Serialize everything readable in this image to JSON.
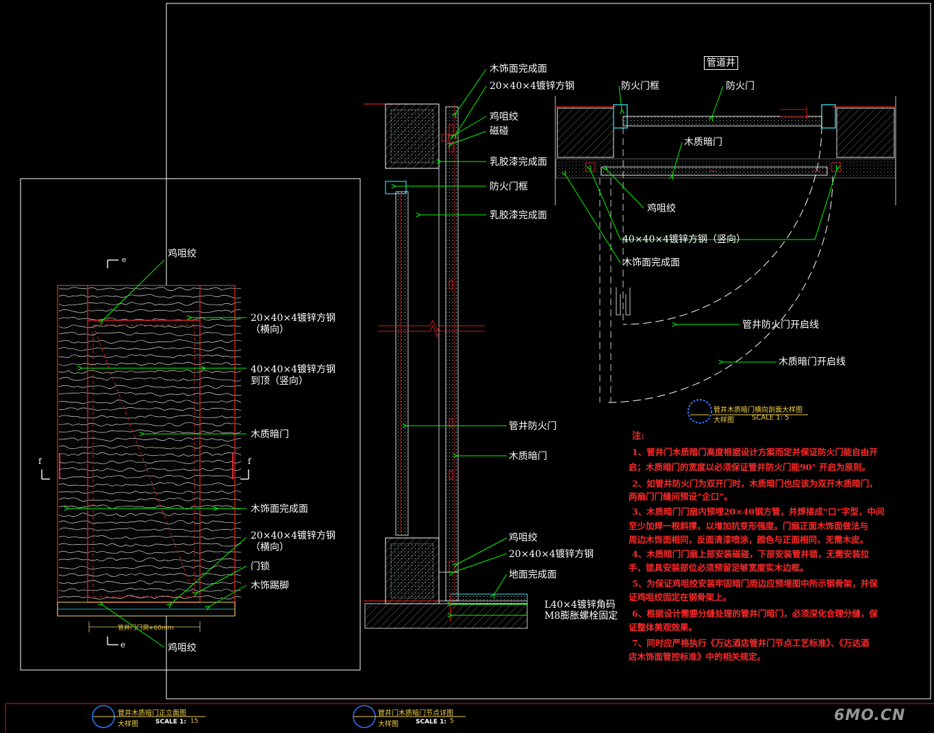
{
  "colors": {
    "background": "#000000",
    "leader": "#00ff00",
    "text": "#ffffff",
    "notes": "#ff2a2a",
    "title_yellow": "#f2d24a",
    "wall_red": "#d11f1f",
    "frame_cyan": "#2fd6e6"
  },
  "elevation": {
    "labels": {
      "l1": "鸡咀绞",
      "l2a": "20×40×4镀锌方钢",
      "l2b": "（横向）",
      "l3a": "40×40×4镀锌方钢",
      "l3b": "到顶（竖向）",
      "l4": "木质暗门",
      "l5": "木饰面完成面",
      "l6a": "20×40×4镀锌方钢",
      "l6b": "（横向）",
      "l7": "门锁",
      "l8": "木饰踢脚",
      "l9": "鸡咀绞"
    },
    "section_marks": {
      "e_top": "e",
      "e_bottom": "e",
      "f_left": "f",
      "f_right": "f"
    },
    "dimension": "管井门门洞+60mm",
    "title": {
      "name": "管井木质暗门正立面图",
      "kind": "大样图",
      "scale_label": "SCALE 1:",
      "scale_value": "15"
    }
  },
  "section": {
    "labels": {
      "s1": "木饰面完成面",
      "s2": "20×40×4镀锌方钢",
      "s3": "鸡咀绞",
      "s4": "磁碰",
      "s5": "乳胶漆完成面",
      "s6": "防火门框",
      "s7": "乳胶漆完成面",
      "s8": "管井防火门",
      "s9": "木质暗门",
      "s10": "鸡咀绞",
      "s11": "20×40×4镀锌方钢",
      "s12": "地面完成面",
      "s13": "L40×4镀锌角码",
      "s14": "M8膨胀螺栓固定"
    },
    "title": {
      "name": "管井门木质暗门节点详图",
      "kind": "大样图",
      "scale_label": "SCALE 1:",
      "scale_value": "5"
    }
  },
  "plan": {
    "labels": {
      "p0": "管道井",
      "p1": "防火门框",
      "p2": "防火门",
      "p3": "木质暗门",
      "p4": "鸡咀绞",
      "p5": "40×40×4镀锌方钢（竖向）",
      "p6": "木饰面完成面",
      "p7": "管井防火门开启线",
      "p8": "木质暗门开启线"
    },
    "title": {
      "name": "管井木质暗门横向剖面大样图",
      "kind": "大样图",
      "scale_label": "SCALE 1: 5"
    }
  },
  "notes": {
    "heading": "注:",
    "lines": [
      "1、管井门木质暗门高度根据设计方案而定并保证防火门能自由开",
      "启；木质暗门的宽度以必须保证管井防火门能90°  开启为原则。",
      "2、如管井防火门为双开门时，木质暗门也应该为双开木质暗门，",
      "两扇门门缝间预设“企口”。",
      "3、木质暗门门扇内预埋20×40钢方管，并焊接成“口”字型，中间",
      "至少加焊一根斜撑，以增加抗变形强度。门扇正面木饰面做法与",
      "周边木饰面相同，反面清漆喷涂，颜色与正面相同，无需木皮。",
      "4、木质暗门门扇上部安装磁碰，下部安装管井锁，无需安装拉",
      "手，锁具安装部位必须预留足够宽度实木边框。",
      "5、为保证鸡咀绞安装牢固暗门周边应预埋图中所示钢骨架，并保",
      "证鸡咀绞固定在钢骨架上。",
      "6、根据设计需要分缝处理的管井门暗门，必须深化合理分缝，保",
      "证整体美观效果。",
      "7、同时应严格执行《万达酒店管井门节点工艺标准》、《万达酒",
      "店木饰面管控标准》中的相关规定。"
    ]
  },
  "watermark": "6MO.CN"
}
